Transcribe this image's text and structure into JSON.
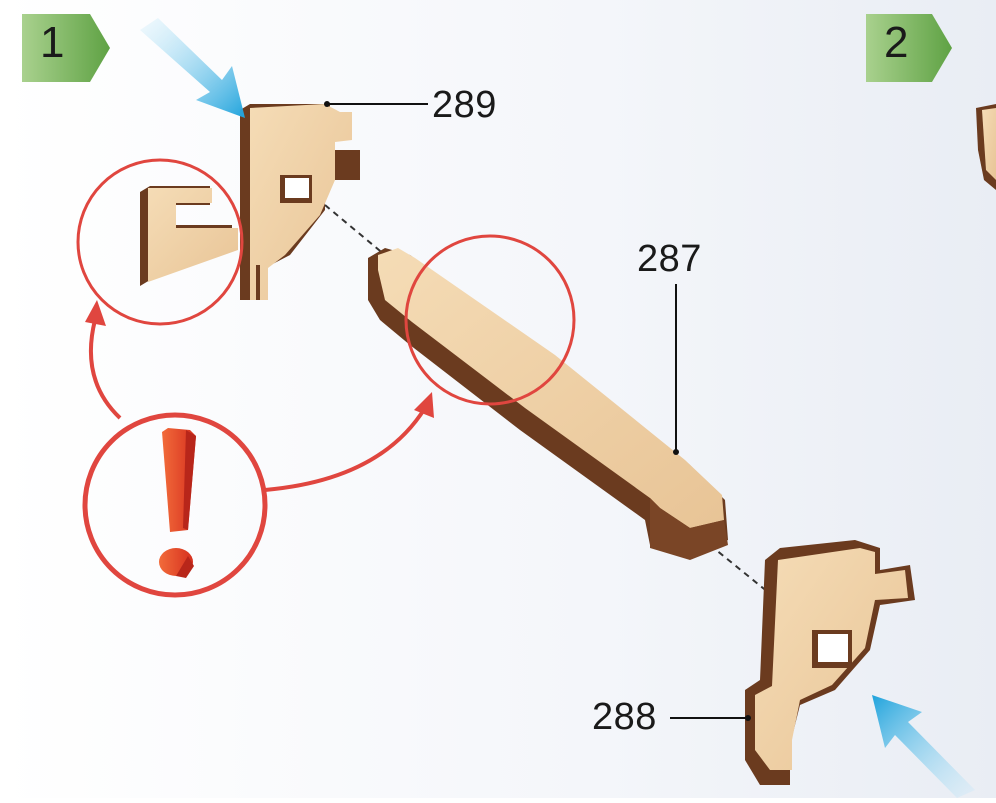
{
  "steps": [
    {
      "number": "1",
      "badge_color": "#6aa84f"
    },
    {
      "number": "2",
      "badge_color": "#6aa84f"
    }
  ],
  "parts": [
    {
      "id": "289"
    },
    {
      "id": "287"
    },
    {
      "id": "288"
    }
  ],
  "icons": {
    "warning": "exclamation-icon",
    "insert_arrow": "arrow-icon"
  },
  "colors": {
    "wood_face": "#f0d2a8",
    "wood_edge": "#6b3b1f",
    "highlight_circle": "#e0463f",
    "insert_arrow": "#29a8df",
    "step_badge": "#6aa84f"
  }
}
